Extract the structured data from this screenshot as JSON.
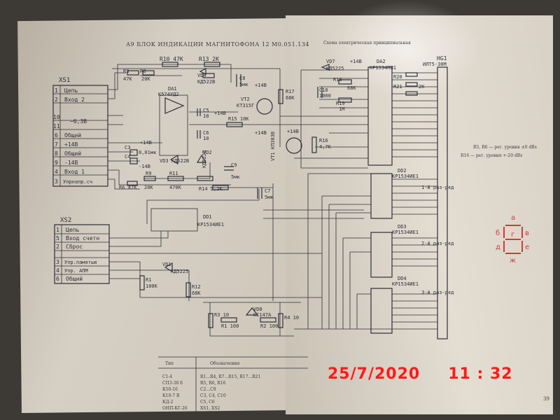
{
  "title": "А9 БЛОК ИНДИКАЦИИ МАГНИТОФОНА 12 М0.051.134",
  "subtitle": "Схема электрическая принципиальная",
  "connector_xs1": {
    "name": "XS1",
    "pins": [
      {
        "n": "1",
        "label": "Цепь"
      },
      {
        "n": "2",
        "label": "Вход 2"
      },
      {
        "n": "10",
        "label": "~6,3В"
      },
      {
        "n": "11",
        "label": ""
      },
      {
        "n": "6",
        "label": "Общий"
      },
      {
        "n": "7",
        "label": "+14В"
      },
      {
        "n": "8",
        "label": "Общий"
      },
      {
        "n": "9",
        "label": "-14В"
      },
      {
        "n": "4",
        "label": "Вход 1"
      },
      {
        "n": "3",
        "label": "Упрнапр.сч"
      }
    ]
  },
  "connector_xs2": {
    "name": "XS2",
    "pins": [
      {
        "n": "1",
        "label": "Цепь"
      },
      {
        "n": "5",
        "label": "Вход счетн"
      },
      {
        "n": "2",
        "label": "Сброс"
      },
      {
        "n": "3",
        "label": "Упр.памятью"
      },
      {
        "n": "4",
        "label": "Упр. АПМ"
      },
      {
        "n": "6",
        "label": "Общий"
      }
    ]
  },
  "components": {
    "r3": "R3",
    "r3v": "47К",
    "r8": "R8",
    "r8v": "20К",
    "r10": "R10 47К",
    "r13": "R13 2К",
    "vd4": "VD4",
    "vd4v": "КД522В",
    "da1": "DA1",
    "da1v": "К574УД2",
    "c8": "C8",
    "c8v": "5мк",
    "vt2": "VT2",
    "vt2v": "КТ315Г",
    "r17": "R17",
    "r17v": "68К",
    "c5": "C5",
    "c5v": "10",
    "c6": "C6",
    "c6v": "10",
    "r15": "R15 10К",
    "vt1": "VT1 КП303В",
    "r16": "R16",
    "r16v": "4,7К",
    "c3": "C3",
    "c4": "C4",
    "c4v": "0,01мк",
    "vd3": "VD3 КД522В",
    "vd2": "VD2",
    "vd2v": "КД522В",
    "r11": "R11",
    "r9": "R9",
    "r6": "R6 47К",
    "r9v": "20К",
    "r11v": "470К",
    "r14": "R14 2,2К",
    "c9": "C9",
    "c9v": "5мк",
    "c7": "C7",
    "c7v": "5мк",
    "vd7": "VD7",
    "vd7v": "КД5225",
    "p14": "+14В",
    "p14b": "+14В",
    "p14c": "+14В",
    "p14d": "+14В",
    "p14e": "+14В",
    "m14": "-14В",
    "da2": "DA2",
    "da2v": "КР1534ПП1",
    "r18": "R18",
    "r18v": "68К",
    "c10": "C10",
    "c10v": "1000",
    "r19": "R19",
    "r19v": "1М",
    "dd1": "DD1",
    "dd1v": "КР1534ИЕ1",
    "dd2": "DD2",
    "dd2v": "КР1534ИЕ1",
    "dd3": "DD3",
    "dd3v": "КР1534ИЕ1",
    "dd4": "DD4",
    "dd4v": "КР1534ИЕ1",
    "vd1": "VD1",
    "vd1v": "КД5225",
    "r1": "R1",
    "r1v": "100К",
    "r12": "R12",
    "r12v": "68К",
    "r3b": "R3 10",
    "r1b": "R1 100",
    "vd8": "VD8",
    "vd8v": "КС147А",
    "r2": "R2 100",
    "r4": "R4 10",
    "hg1": "HG1",
    "hg1v": "ИЛТ5-30М",
    "r20": "R20",
    "r21": "R21",
    "r2k": "2К",
    "digit1": "1-й раз-ряд",
    "digit2": "2-й раз-ряд",
    "digit3": "3-й раз-ряд"
  },
  "notes": [
    "R5, R6 — рег. уровня ±0 dBs",
    "R16 — рег. уровня +-20 dBs"
  ],
  "segment_labels": {
    "a": "а",
    "b": "б",
    "v": "в",
    "g": "г",
    "d": "д",
    "e": "е",
    "zh": "ж"
  },
  "bom": {
    "headers": [
      "Тип",
      "Обозначения"
    ],
    "rows": [
      [
        "С1-4",
        "R1...R4, R7...R15, R17...R21"
      ],
      [
        "СП3-38 б",
        "R5, R6, R16"
      ],
      [
        "К50-16",
        "С2...С9"
      ],
      [
        "К10-7 В",
        "С3, С4, С10"
      ],
      [
        "КД-2",
        "С5, С6"
      ],
      [
        "ОНП-КГ-26",
        "XS1, XS2"
      ]
    ]
  },
  "timestamp": {
    "date": "25/7/2020",
    "time": "11 : 32"
  },
  "page_number": "39"
}
